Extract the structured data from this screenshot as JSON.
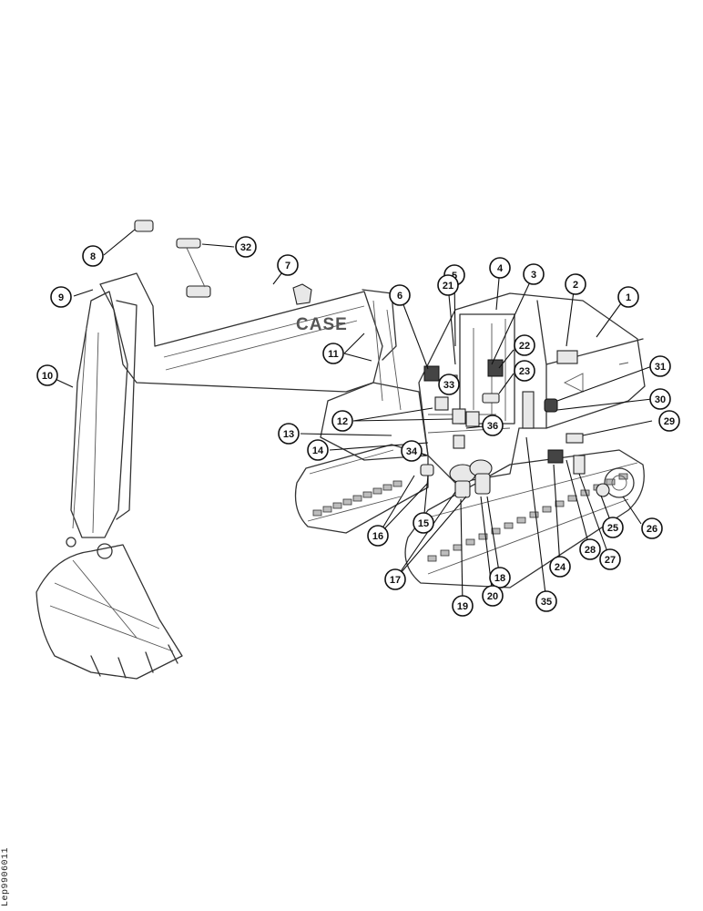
{
  "document_code": "Lep9906011",
  "machine_brand_text": "CASE",
  "callouts": [
    {
      "id": "1",
      "label": "1"
    },
    {
      "id": "2",
      "label": "2"
    },
    {
      "id": "3",
      "label": "3"
    },
    {
      "id": "4",
      "label": "4"
    },
    {
      "id": "5",
      "label": "5"
    },
    {
      "id": "6",
      "label": "6"
    },
    {
      "id": "7",
      "label": "7"
    },
    {
      "id": "8",
      "label": "8"
    },
    {
      "id": "9",
      "label": "9"
    },
    {
      "id": "10",
      "label": "10"
    },
    {
      "id": "11",
      "label": "11"
    },
    {
      "id": "12",
      "label": "12"
    },
    {
      "id": "13",
      "label": "13"
    },
    {
      "id": "14",
      "label": "14"
    },
    {
      "id": "15",
      "label": "15"
    },
    {
      "id": "16",
      "label": "16"
    },
    {
      "id": "17",
      "label": "17"
    },
    {
      "id": "18",
      "label": "18"
    },
    {
      "id": "19",
      "label": "19"
    },
    {
      "id": "20",
      "label": "20"
    },
    {
      "id": "21",
      "label": "21"
    },
    {
      "id": "22",
      "label": "22"
    },
    {
      "id": "23",
      "label": "23"
    },
    {
      "id": "24",
      "label": "24"
    },
    {
      "id": "25",
      "label": "25"
    },
    {
      "id": "26",
      "label": "26"
    },
    {
      "id": "27",
      "label": "27"
    },
    {
      "id": "28",
      "label": "28"
    },
    {
      "id": "29",
      "label": "29"
    },
    {
      "id": "30",
      "label": "30"
    },
    {
      "id": "31",
      "label": "31"
    },
    {
      "id": "32",
      "label": "32"
    },
    {
      "id": "33",
      "label": "33"
    },
    {
      "id": "34",
      "label": "34"
    },
    {
      "id": "35",
      "label": "35"
    },
    {
      "id": "36",
      "label": "36"
    }
  ]
}
